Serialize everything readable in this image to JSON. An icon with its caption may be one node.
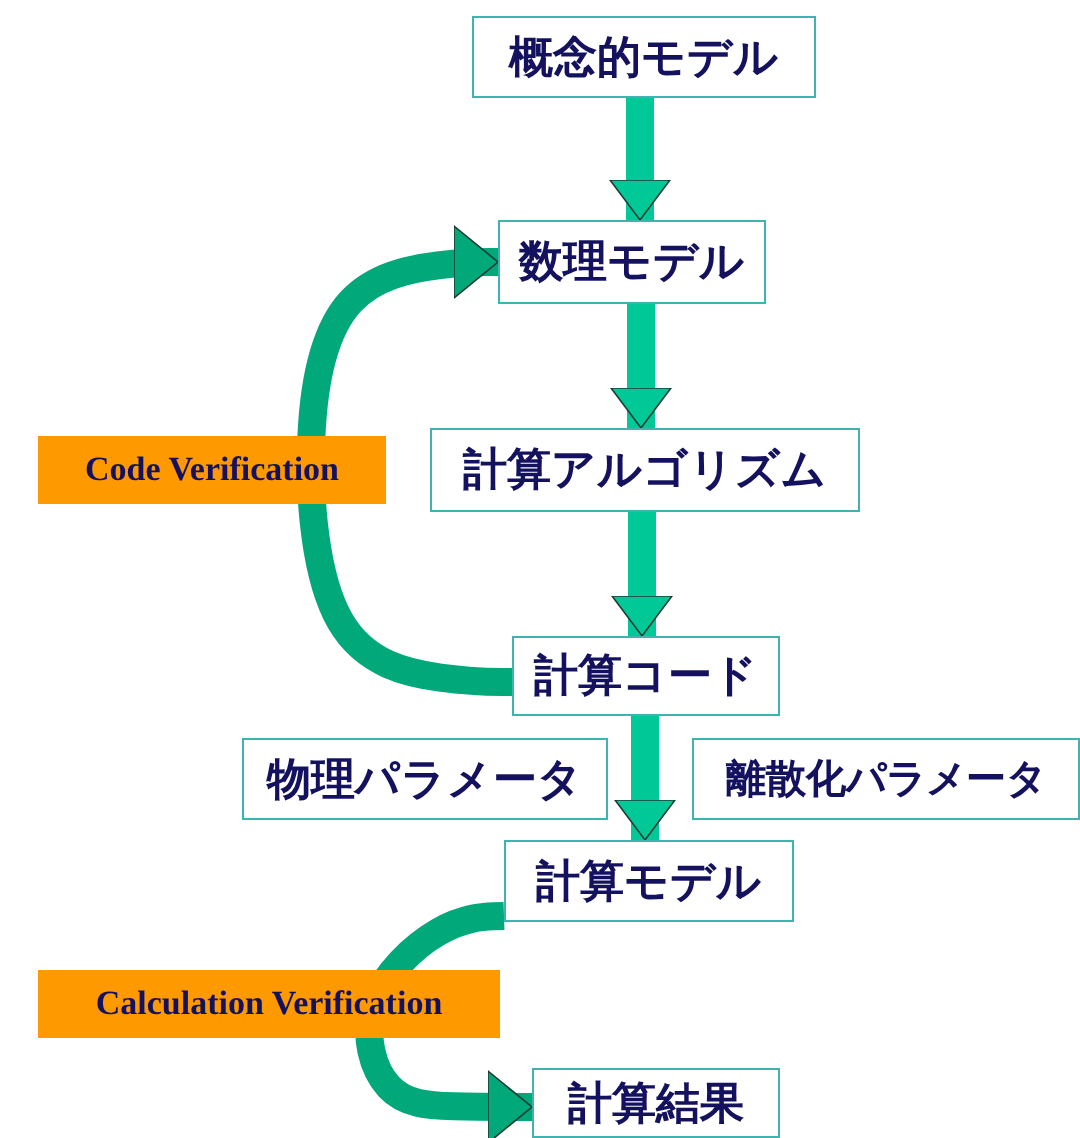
{
  "diagram": {
    "nodes": [
      {
        "text": [
          "概念的モデル"
        ]
      },
      {
        "text": [
          "数理モデル"
        ]
      },
      {
        "text": [
          "計算アルゴリズム"
        ]
      },
      {
        "text": [
          "計算コード"
        ]
      },
      {
        "text": [
          "物理パラメータ"
        ]
      },
      {
        "text": [
          "離散化パラメータ"
        ]
      },
      {
        "text": [
          "計算モデル"
        ]
      },
      {
        "text": [
          "計算結果"
        ]
      }
    ],
    "edges": [
      {
        "from": 0,
        "to": 1,
        "arrow": "to"
      },
      {
        "from": 1,
        "to": 2,
        "arrow": "to"
      },
      {
        "from": 2,
        "to": 3,
        "arrow": "to"
      },
      {
        "from": 3,
        "to": 6,
        "arrow": "to"
      },
      {
        "from": 3,
        "to": 1,
        "arrow": "to",
        "label": "Code Verification"
      },
      {
        "from": 6,
        "to": 7,
        "arrow": "to",
        "label": "Calculation Verification"
      }
    ]
  }
}
